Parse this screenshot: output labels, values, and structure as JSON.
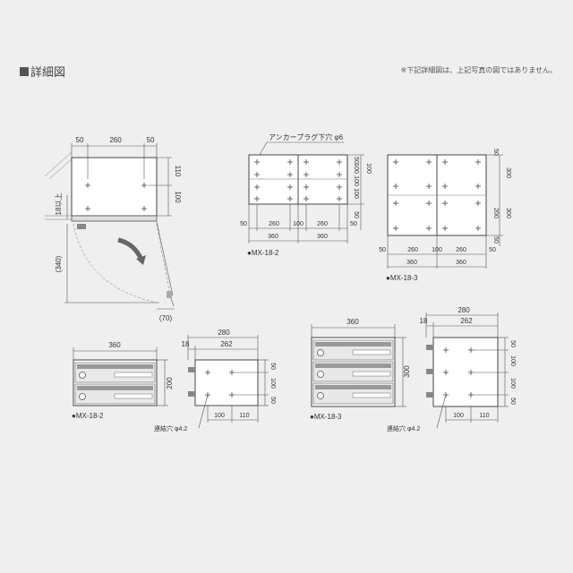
{
  "header": {
    "title": "詳細図",
    "note": "※下記詳細図は、上記写真の図ではありません。"
  },
  "side_view": {
    "top_dims": [
      "50",
      "260",
      "50"
    ],
    "right_dims": [
      "110",
      "100"
    ],
    "left_dims": [
      "18以上",
      "(340)"
    ],
    "bottom_dim": "(70)"
  },
  "anchor_plan": {
    "callout": "アンカープラグ下穴 φ6",
    "right_dims": [
      "50",
      "100",
      "100",
      "100",
      "100",
      "50"
    ],
    "bottom_dims_row1": [
      "50",
      "260",
      "100",
      "260",
      "50"
    ],
    "bottom_dims_row2": [
      "360",
      "360"
    ],
    "label": "●MX-18-2"
  },
  "anchor_plan_3": {
    "right_dims": [
      "50",
      "300",
      "200",
      "300",
      "50"
    ],
    "bottom_dims_row1": [
      "50",
      "260",
      "100",
      "260",
      "50"
    ],
    "bottom_dims_row2": [
      "360",
      "360"
    ],
    "label": "●MX-18-3"
  },
  "front_2": {
    "width_dim": "360",
    "height_dim": "200",
    "label": "●MX-18-2"
  },
  "side_2": {
    "top_dims": [
      "280",
      "18",
      "262"
    ],
    "right_dims": [
      "50",
      "100",
      "50"
    ],
    "bottom_dims": [
      "100",
      "110"
    ],
    "callout": "連結穴 φ4.2"
  },
  "front_3": {
    "width_dim": "360",
    "height_dim": "300",
    "label": "●MX-18-3"
  },
  "side_3": {
    "top_dims": [
      "280",
      "18",
      "262"
    ],
    "right_dims": [
      "50",
      "100",
      "100",
      "50"
    ],
    "bottom_dims": [
      "100",
      "110"
    ],
    "callout": "連結穴 φ4.2"
  }
}
